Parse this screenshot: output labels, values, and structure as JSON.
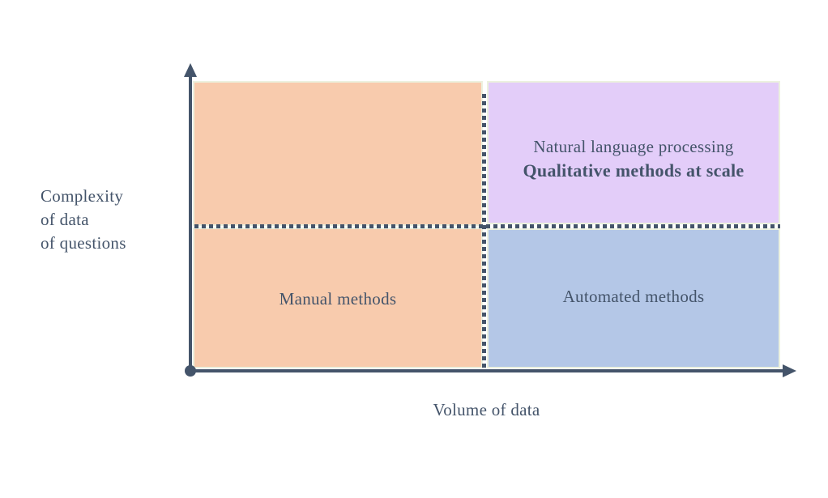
{
  "figure": {
    "axes": {
      "y_label_lines": [
        "Complexity",
        "of data",
        "of questions"
      ],
      "x_label": "Volume of data"
    },
    "quadrants": {
      "left": {
        "label": "Manual methods"
      },
      "top_right": {
        "line1": "Natural language processing",
        "line2": "Qualitative methods at scale"
      },
      "bottom_right": {
        "label": "Automated methods"
      }
    },
    "colors": {
      "left_quadrant_fill": "#F8CBAD",
      "top_right_quadrant_fill": "#E3CDF9",
      "bottom_right_quadrant_fill": "#B4C7E7",
      "axis_and_text": "#44546A",
      "rect_outline": "#ECF1DF"
    }
  }
}
